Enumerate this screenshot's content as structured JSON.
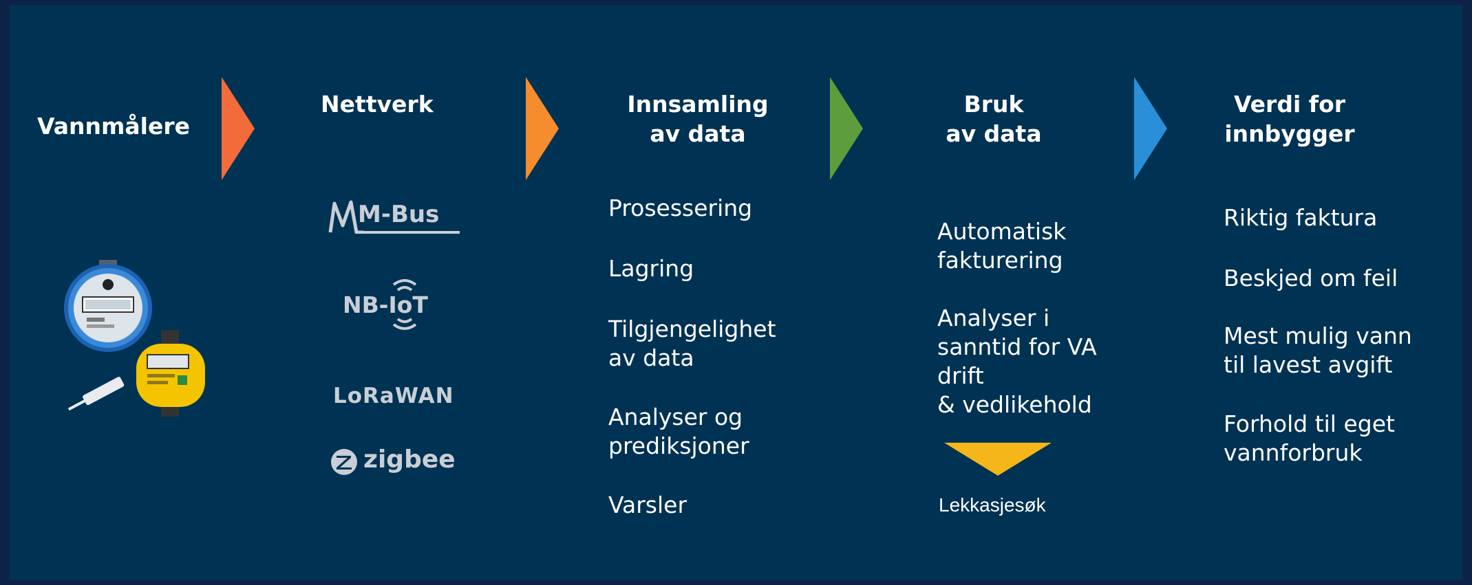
{
  "colors": {
    "background": "#003253",
    "frame": "#0c2347",
    "arrow_1": "#f26b3a",
    "arrow_2": "#f58c2e",
    "arrow_3": "#5e9d3b",
    "arrow_4": "#2a8fd8",
    "lekkasje_arrow": "#f4b619",
    "logo_gray": "#c9ced6"
  },
  "stages": [
    {
      "heading": [
        "Vannmålere"
      ]
    },
    {
      "heading": [
        "Nettverk"
      ],
      "logos": [
        "M-Bus",
        "NB-IoT",
        "LoRaWAN",
        "zigbee"
      ]
    },
    {
      "heading": [
        "Innsamling",
        "av data"
      ],
      "items": [
        [
          "Prosessering"
        ],
        [
          "Lagring"
        ],
        [
          "Tilgjengelighet",
          "av data"
        ],
        [
          "Analyser og",
          "prediksjoner"
        ],
        [
          "Varsler"
        ]
      ]
    },
    {
      "heading": [
        "Bruk",
        "av data"
      ],
      "items": [
        [
          "Automatisk",
          "fakturering"
        ],
        [
          "Analyser i",
          "sanntid for VA",
          "drift",
          "& vedlikehold"
        ]
      ],
      "sub_item": "Lekkasjesøk"
    },
    {
      "heading": [
        "Verdi for",
        "innbygger"
      ],
      "items": [
        [
          "Riktig faktura"
        ],
        [
          "Beskjed om feil"
        ],
        [
          "Mest mulig vann",
          "til lavest avgift"
        ],
        [
          "Forhold til eget",
          "vannforbruk"
        ]
      ]
    }
  ]
}
